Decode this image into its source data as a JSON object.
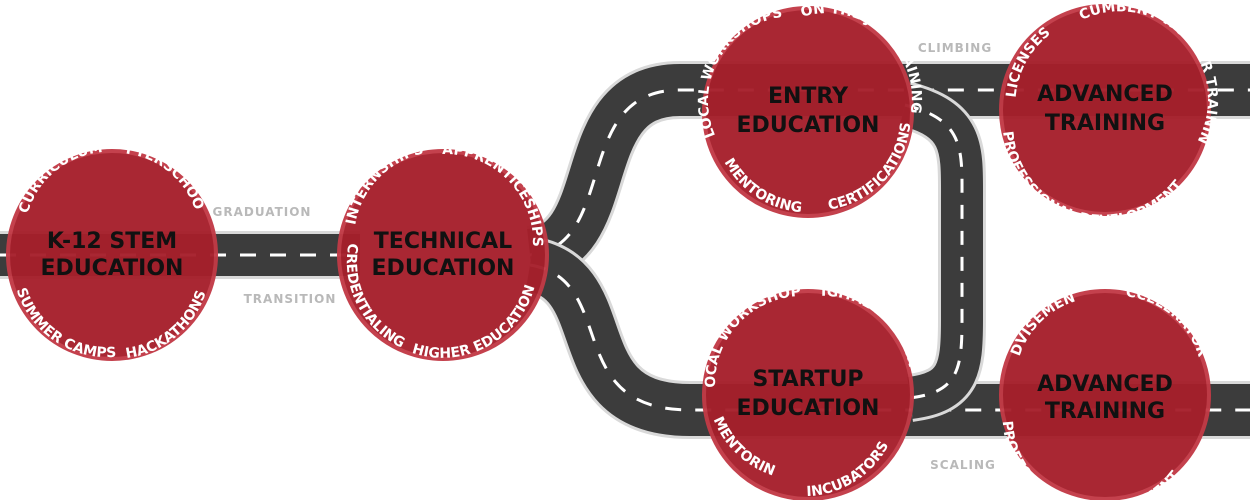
{
  "colors": {
    "circle_fill": "#a61f2b",
    "circle_stroke": "#c23a46",
    "road": "#3c3c3c",
    "road_edge": "#d9d9d9",
    "lane_dash": "#ffffff"
  },
  "nodes": {
    "k12": {
      "title1": "K-12 STEM",
      "title2": "EDUCATION",
      "labels": [
        "CURRICULUM",
        "AFTERSCHOOL",
        "SUMMER CAMPS",
        "HACKATHONS"
      ]
    },
    "technical": {
      "title1": "TECHNICAL",
      "title2": "EDUCATION",
      "labels": [
        "INTERNSHIPS",
        "APPRENTICESHIPS",
        "CREDENTIALING",
        "HIGHER EDUCATION"
      ]
    },
    "entry": {
      "title1": "ENTRY",
      "title2": "EDUCATION",
      "labels": [
        "LOCAL WORKSHOPS",
        "ON THE JOB TRAINING",
        "MENTORING",
        "CERTIFICATIONS"
      ]
    },
    "advanced_top": {
      "title1": "ADVANCED",
      "title2": "TRAINING",
      "labels": [
        "LICENSES",
        "INCUMBENT WORKER TRAINING",
        "PROFESSIONAL DEVELOPMENT"
      ]
    },
    "startup": {
      "title1": "STARTUP",
      "title2": "EDUCATION",
      "labels": [
        "LOCAL WORKSHOPS",
        "DIGITAL LEARNING",
        "MENTORING",
        "INCUBATORS"
      ]
    },
    "advanced_bottom": {
      "title1": "ADVANCED",
      "title2": "TRAINING",
      "labels": [
        "ADVISEMENT",
        "ACCELERATORS",
        "PROFESSIONAL DEVELOPMENT"
      ]
    }
  },
  "road_labels": {
    "graduation": "GRADUATION",
    "transition": "TRANSITION",
    "climbing": "CLIMBING",
    "scaling": "SCALING"
  }
}
